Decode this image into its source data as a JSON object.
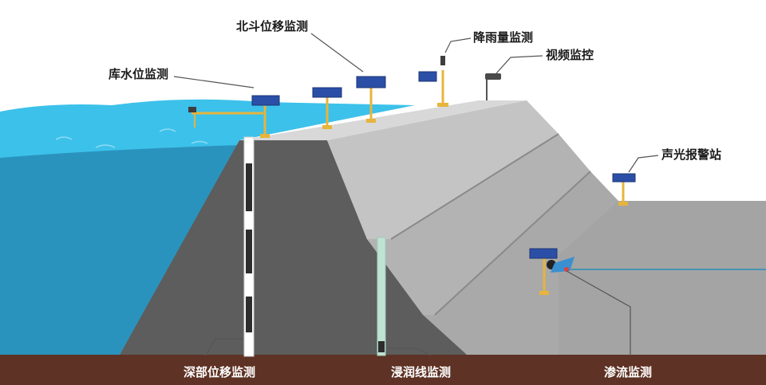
{
  "diagram": {
    "labels": {
      "reservoir_level": "库水位监测",
      "beidou_displacement": "北斗位移监测",
      "rainfall": "降雨量监测",
      "video": "视频监控",
      "alarm_station": "声光报警站",
      "deep_displacement": "深部位移监测",
      "phreatic_line": "浸润线监测",
      "seepage_flow": "渗流监测"
    },
    "colors": {
      "water_surface": "#2fb6e3",
      "water_deep": "#2b8fb8",
      "dam_dark": "#5f5f5f",
      "dam_light": "#b9b9b9",
      "ground": "#5e3224",
      "pole": "#e7b43c",
      "solar_panel": "#2b4fa6"
    }
  }
}
